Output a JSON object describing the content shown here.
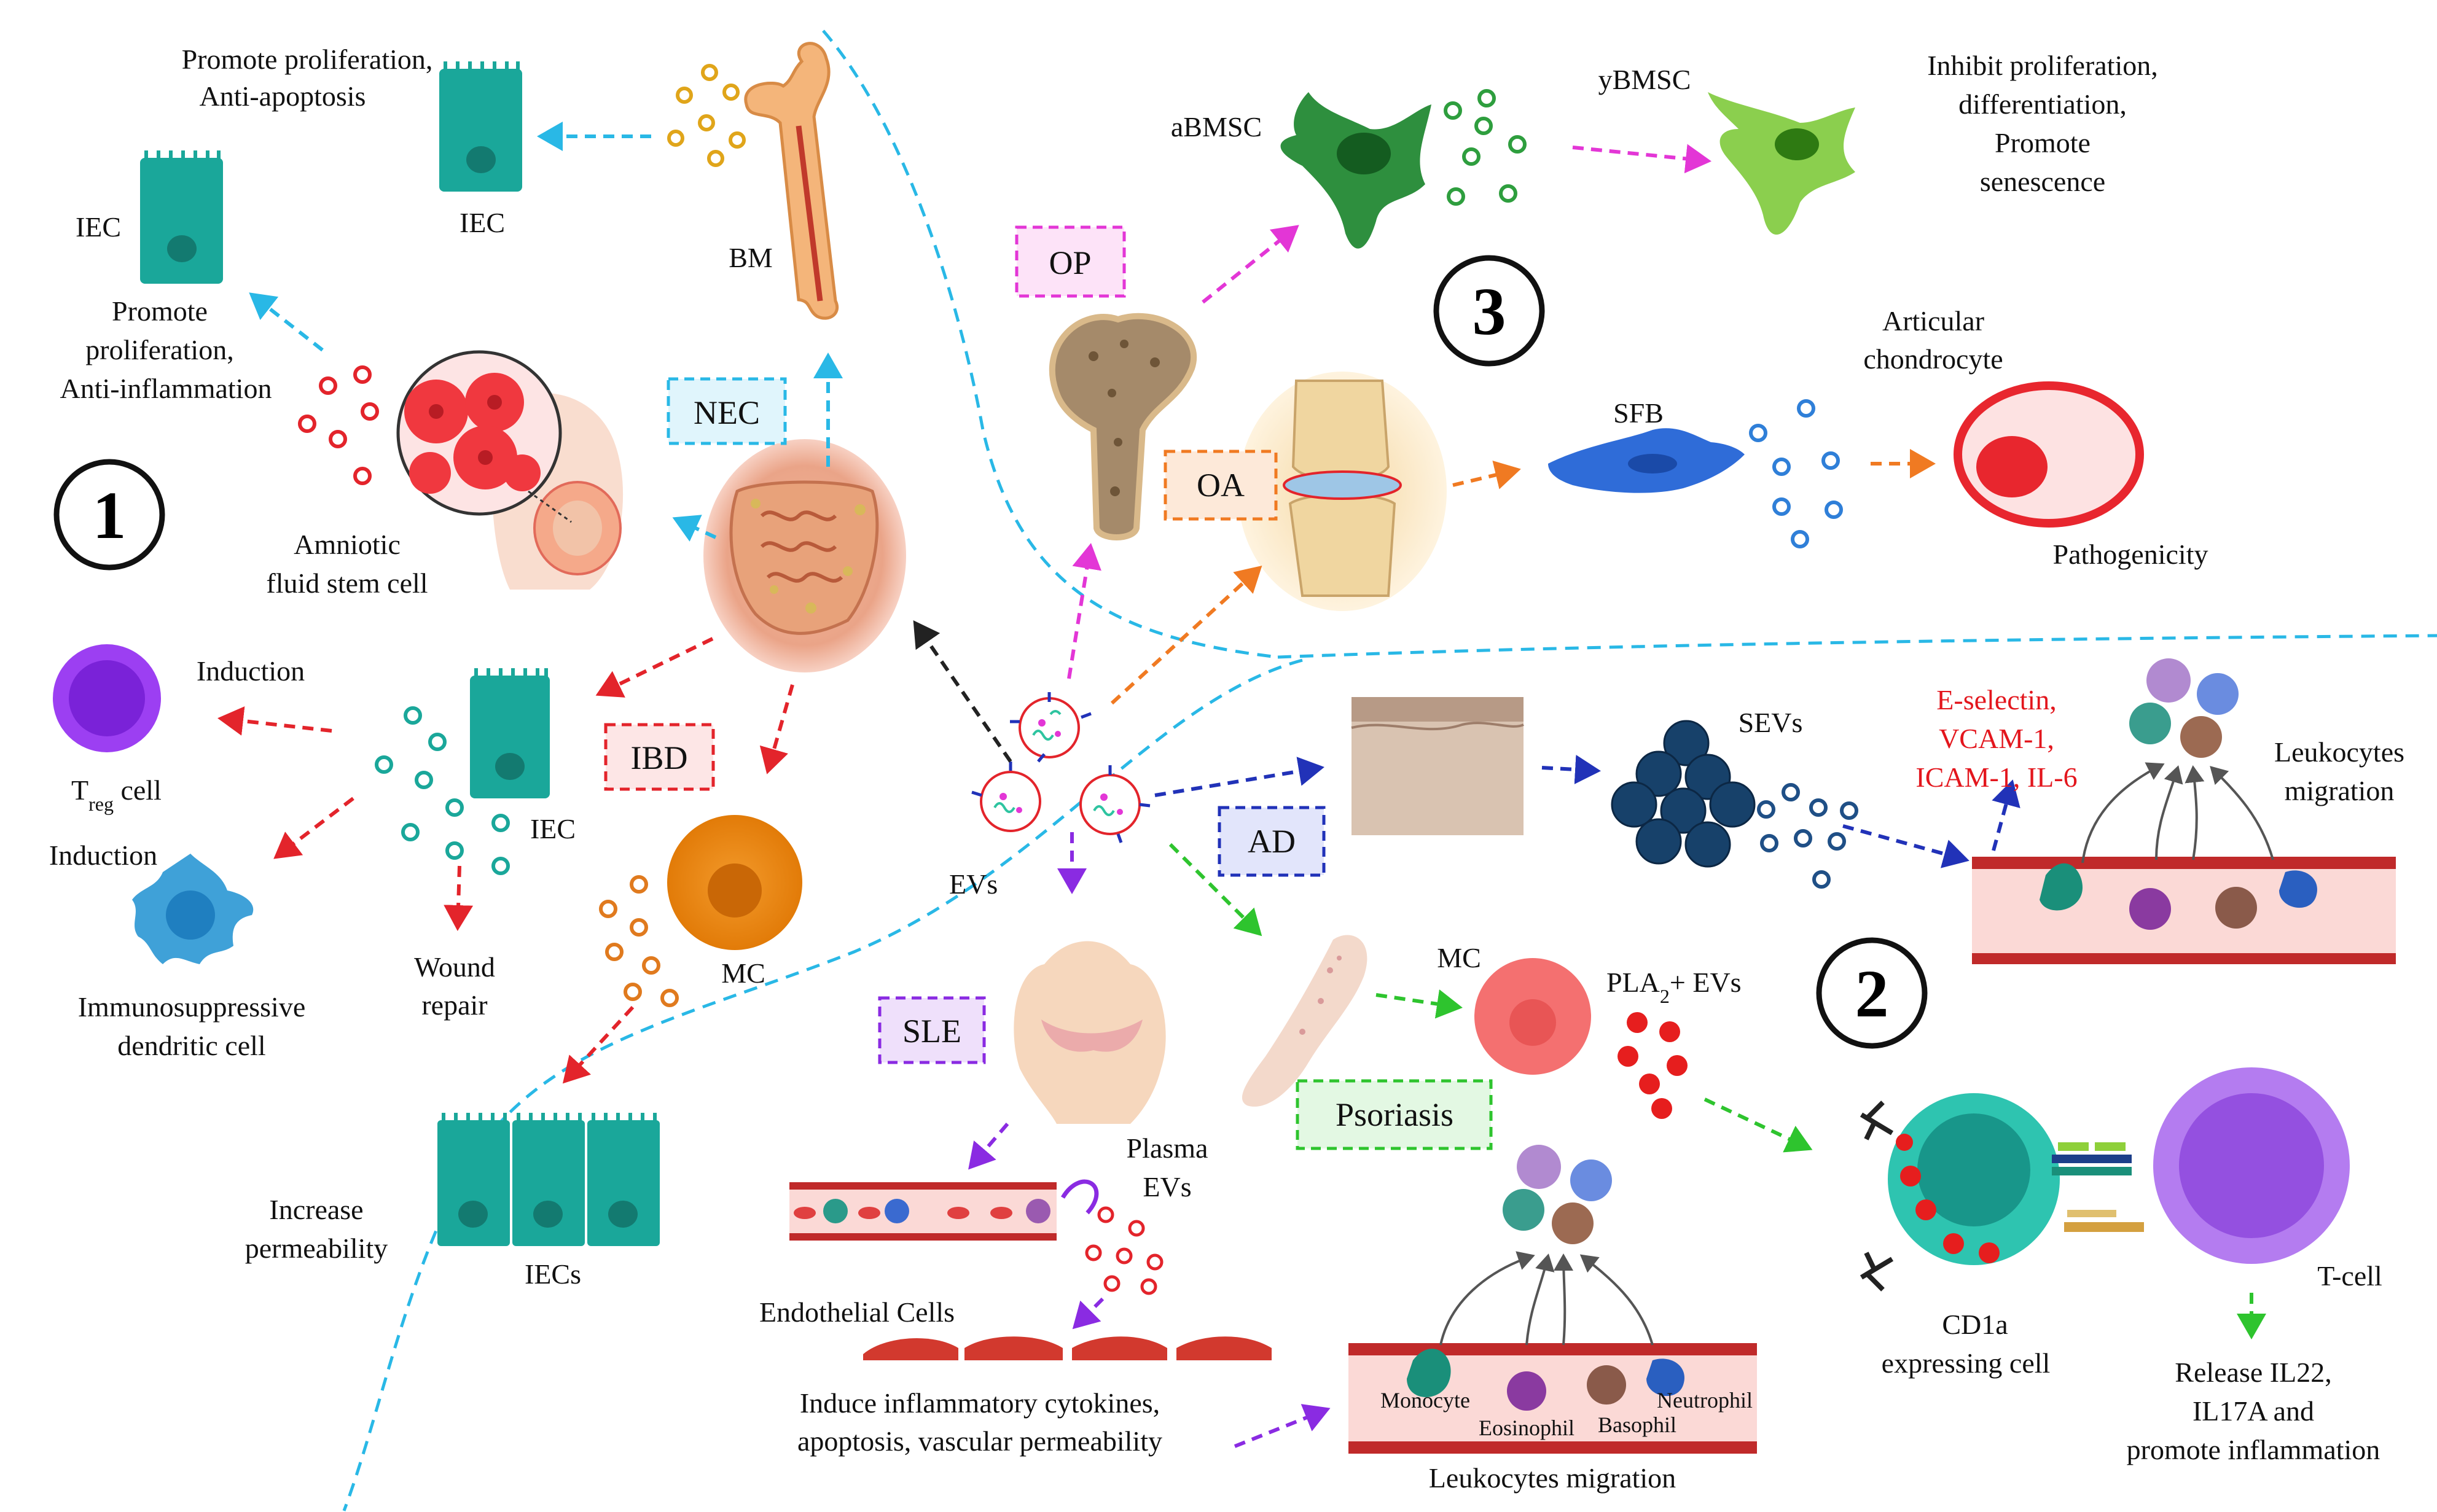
{
  "colors": {
    "divider": "#29b8e6",
    "nec": "#29b8e6",
    "op": "#e336d6",
    "oa": "#f07a22",
    "ibd": "#e3242b",
    "ad": "#2132b8",
    "sle": "#8a2be2",
    "psoriasis": "#2ec42e",
    "black_arrow": "#222222",
    "iec_cell": "#1aa79a",
    "red_text": "#e3161d"
  },
  "section_numbers": {
    "one": "1",
    "two": "2",
    "three": "3"
  },
  "diseases": {
    "nec": "NEC",
    "op": "OP",
    "oa": "OA",
    "ibd": "IBD",
    "ad": "AD",
    "sle": "SLE",
    "psoriasis": "Psoriasis"
  },
  "center": {
    "evs": "EVs"
  },
  "section1": {
    "iec_top_caption_1": "Promote proliferation,",
    "iec_top_caption_2": "Anti-apoptosis",
    "iec_top": "IEC",
    "bm": "BM",
    "iec_left": "IEC",
    "afsc_caption_1": "Promote",
    "afsc_caption_2": "proliferation,",
    "afsc_caption_3": "Anti-inflammation",
    "afsc_1": "Amniotic",
    "afsc_2": "fluid stem cell",
    "induction_treg": "Induction",
    "treg_main": "T",
    "treg_sub": "reg",
    "treg_tail": " cell",
    "induction_dc": "Induction",
    "dc_1": "Immunosuppressive",
    "dc_2": "dendritic cell",
    "iec_mid": "IEC",
    "wound_1": "Wound",
    "wound_2": "repair",
    "mc": "MC",
    "perm_1": "Increase",
    "perm_2": "permeability",
    "iecs": "IECs"
  },
  "section3": {
    "abmsc": "aBMSC",
    "ybmsc": "yBMSC",
    "inhibit_1": "Inhibit proliferation,",
    "inhibit_2": "differentiation,",
    "inhibit_3": "Promote",
    "inhibit_4": "senescence",
    "articular_1": "Articular",
    "articular_2": "chondrocyte",
    "sfb": "SFB",
    "pathogenicity": "Pathogenicity"
  },
  "section2": {
    "sevs": "SEVs",
    "adhesion_1": "E-selectin,",
    "adhesion_2": "VCAM-1,",
    "adhesion_3": "ICAM-1, IL-6",
    "leuko_right_1": "Leukocytes",
    "leuko_right_2": "migration",
    "mc": "MC",
    "pla2_main": "PLA",
    "pla2_sub": "2",
    "pla2_tail": "+ EVs",
    "plasma_1": "Plasma",
    "plasma_2": "EVs",
    "endothelial": "Endothelial Cells",
    "induce_1": "Induce  inflammatory cytokines,",
    "induce_2": "apoptosis, vascular permeability",
    "monocyte": "Monocyte",
    "eosinophil": "Eosinophil",
    "basophil": "Basophil",
    "neutrophil": "Neutrophil",
    "leuko_bottom": "Leukocytes migration",
    "cd1a_1": "CD1a",
    "cd1a_2": "expressing cell",
    "tcell": "T-cell",
    "release_1": "Release IL22,",
    "release_2": "IL17A and",
    "release_3": "promote inflammation"
  },
  "icons": [
    "bone-marrow-icon",
    "femur-icon",
    "knee-joint-icon",
    "intestine-icon",
    "pregnancy-icon",
    "iec-cell-icon",
    "t-cell-icon",
    "dendritic-cell-icon",
    "mast-cell-icon",
    "bmsc-icon",
    "fibroblast-icon",
    "chondrocyte-icon",
    "skin-icon",
    "blood-vessel-icon",
    "head-icon",
    "arm-icon",
    "extracellular-vesicle-icon"
  ]
}
